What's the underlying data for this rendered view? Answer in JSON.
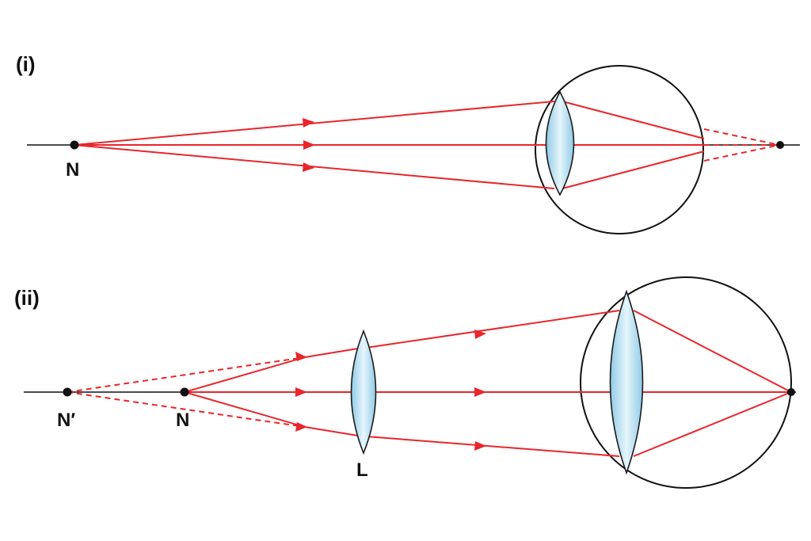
{
  "panels": [
    {
      "label": "(i)",
      "near_point_label": "N"
    },
    {
      "label": "(ii)",
      "near_point_label": "N",
      "image_point_label": "N′",
      "lens_label": "L"
    }
  ],
  "colors": {
    "ray": "#e8262b",
    "lens_fill": "#bfe3f4",
    "lens_edge": "#1a1a1a",
    "line": "#111111"
  }
}
